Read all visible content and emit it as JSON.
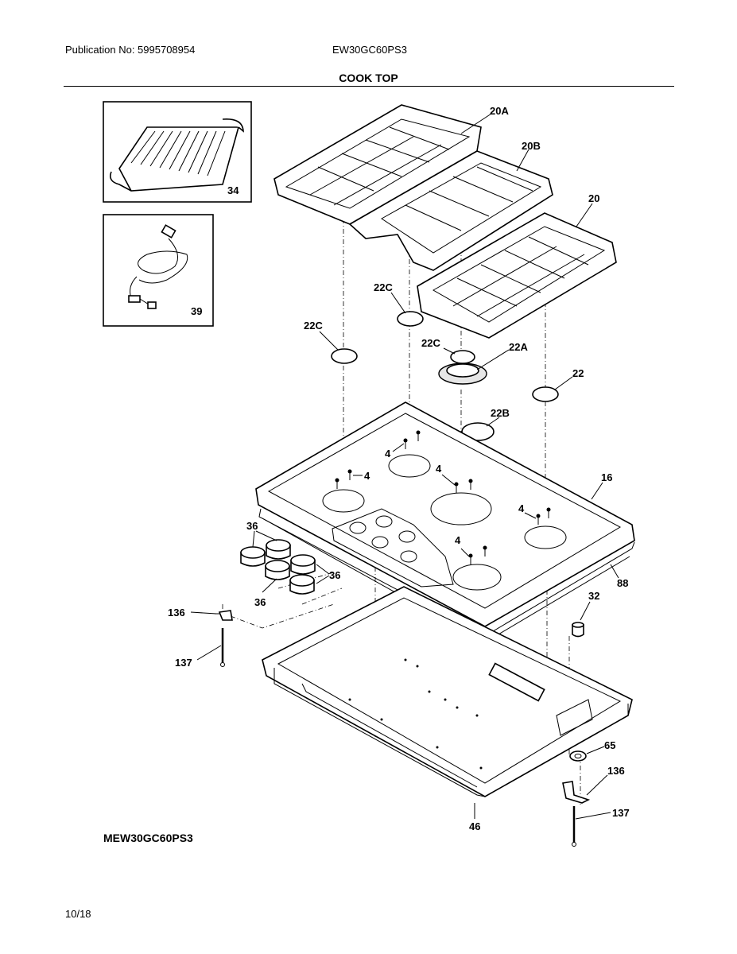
{
  "header": {
    "publication": "Publication No: 5995708954",
    "model": "EW30GC60PS3",
    "title": "COOK TOP"
  },
  "footer": {
    "model": "MEW30GC60PS3",
    "date": "10/18"
  },
  "callouts": {
    "c20A": "20A",
    "c20B": "20B",
    "c20": "20",
    "c22C_a": "22C",
    "c22C_b": "22C",
    "c22C_c": "22C",
    "c22A": "22A",
    "c22": "22",
    "c22B": "22B",
    "c34": "34",
    "c39": "39",
    "c4_a": "4",
    "c4_b": "4",
    "c4_c": "4",
    "c4_d": "4",
    "c4_e": "4",
    "c16": "16",
    "c88": "88",
    "c36_a": "36",
    "c36_b": "36",
    "c36_c": "36",
    "c32": "32",
    "c136_a": "136",
    "c137_a": "137",
    "c65": "65",
    "c136_b": "136",
    "c137_b": "137",
    "c46": "46"
  }
}
